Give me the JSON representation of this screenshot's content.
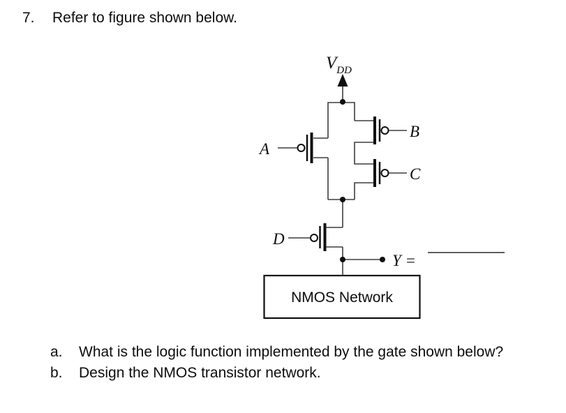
{
  "title": {
    "number": "7.",
    "text": "Refer to figure shown below."
  },
  "figure": {
    "vdd": {
      "main": "V",
      "sub": "DD"
    },
    "transistor_labels": {
      "a": "A",
      "b": "B",
      "c": "C",
      "d": "D"
    },
    "output_label": "Y =",
    "box_label": "NMOS Network"
  },
  "subquestions": [
    {
      "marker": "a.",
      "text": "What is the logic function implemented by the gate shown below?"
    },
    {
      "marker": "b.",
      "text": "Design the NMOS transistor network."
    }
  ],
  "colors": {
    "background": "#ffffff",
    "wire": "#3d3d3d",
    "device": "#0f0f0f",
    "text": "#0d0d0d"
  }
}
